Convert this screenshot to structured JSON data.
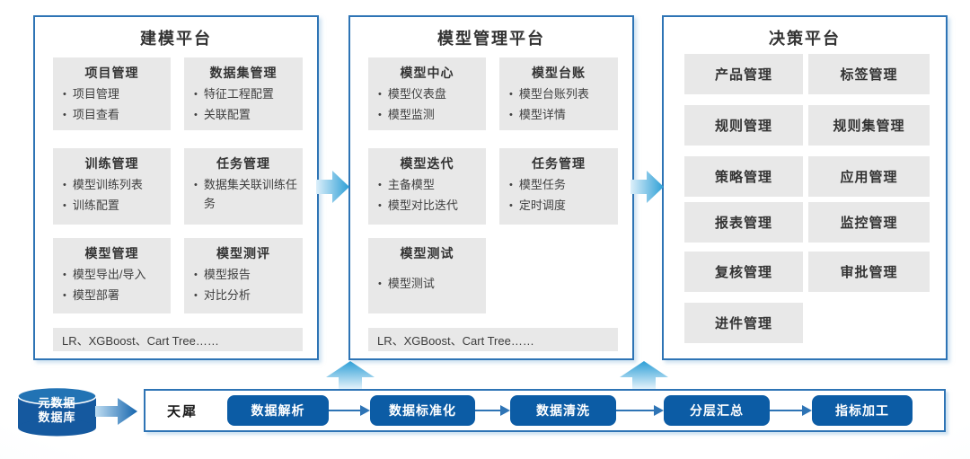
{
  "ui": {
    "bullet": "•"
  },
  "colors": {
    "accent_blue": "#2E74B5",
    "deep_blue": "#0C5CA5",
    "cylinder_blue": "#15599F",
    "cylinder_top_blue": "#2273B4",
    "arrow_light": "#DCEFFA",
    "arrow_sky": "#2D9FD6",
    "box_gray": "#E8E8E8"
  },
  "panels": [
    {
      "title": "建模平台",
      "modules": [
        {
          "heading": "项目管理",
          "items": [
            "项目管理",
            "项目查看"
          ]
        },
        {
          "heading": "数据集管理",
          "items": [
            "特征工程配置",
            "关联配置"
          ]
        },
        {
          "heading": "训练管理",
          "items": [
            "模型训练列表",
            "训练配置"
          ]
        },
        {
          "heading": "任务管理",
          "items": [
            "数据集关联训练任务"
          ]
        },
        {
          "heading": "模型管理",
          "items": [
            "模型导出/导入",
            "模型部署"
          ]
        },
        {
          "heading": "模型测评",
          "items": [
            "模型报告",
            "对比分析"
          ]
        }
      ],
      "footer": "LR、XGBoost、Cart Tree……"
    },
    {
      "title": "模型管理平台",
      "modules": [
        {
          "heading": "模型中心",
          "items": [
            "模型仪表盘",
            "模型监测"
          ]
        },
        {
          "heading": "模型台账",
          "items": [
            "模型台账列表",
            "模型详情"
          ]
        },
        {
          "heading": "模型迭代",
          "items": [
            "主备模型",
            "模型对比迭代"
          ]
        },
        {
          "heading": "任务管理",
          "items": [
            "模型任务",
            "定时调度"
          ]
        },
        {
          "heading": "模型测试",
          "items": [
            "模型测试"
          ]
        }
      ],
      "footer": "LR、XGBoost、Cart Tree……"
    },
    {
      "title": "决策平台",
      "tiles": [
        "产品管理",
        "标签管理",
        "规则管理",
        "规则集管理",
        "策略管理",
        "应用管理",
        "报表管理",
        "监控管理",
        "复核管理",
        "审批管理",
        "进件管理"
      ]
    }
  ],
  "bottom": {
    "database": {
      "line1": "元数据",
      "line2": "数据库"
    },
    "pipeline_label": "天犀",
    "steps": [
      "数据解析",
      "数据标准化",
      "数据清洗",
      "分层汇总",
      "指标加工"
    ]
  }
}
